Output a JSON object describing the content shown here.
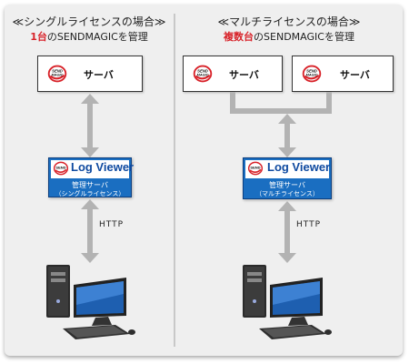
{
  "colors": {
    "accent_red": "#d8232a",
    "log_viewer_blue": "#1a6ec1",
    "connector_gray": "#b3b3b3",
    "panel_background": "#efefef"
  },
  "single": {
    "heading": "≪シングルライセンスの場合≫",
    "subheading_count": "1台",
    "subheading_rest": "のSENDMAGICを管理",
    "server": {
      "logo": "SEND MAGIC",
      "label": "サーバ"
    },
    "log_viewer": {
      "title": "Log Viewer",
      "line1": "管理サーバ",
      "line2": "（シングルライセンス）"
    },
    "protocol": "HTTP"
  },
  "multi": {
    "heading": "≪マルチライセンスの場合≫",
    "subheading_count": "複数台",
    "subheading_rest": "のSENDMAGICを管理",
    "servers": [
      {
        "logo": "SEND MAGIC",
        "label": "サーバ"
      },
      {
        "logo": "SEND MAGIC",
        "label": "サーバ"
      }
    ],
    "log_viewer": {
      "title": "Log Viewer",
      "line1": "管理サーバ",
      "line2": "（マルチライセンス）"
    },
    "protocol": "HTTP"
  }
}
